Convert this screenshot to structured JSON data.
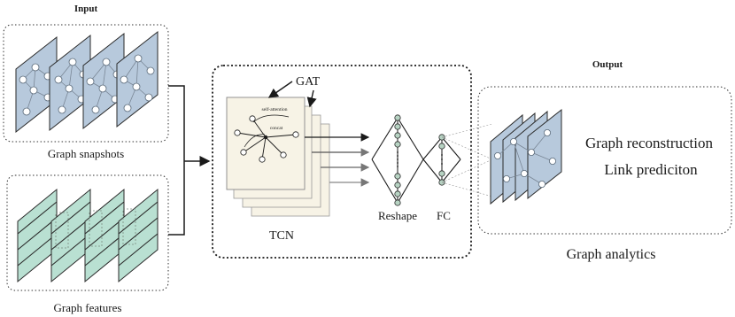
{
  "labels": {
    "input": "Input",
    "output": "Output",
    "graph_snapshots": "Graph snapshots",
    "graph_features": "Graph features",
    "gat": "GAT",
    "self_attention": "self-attention",
    "concat": "concat",
    "tcn": "TCN",
    "reshape": "Reshape",
    "fc": "FC",
    "graph_reconstruction": "Graph reconstruction",
    "link_prediction": "Link prediciton",
    "graph_analytics": "Graph analytics"
  },
  "colors": {
    "snapshot_fill": "#b7c9dc",
    "feature_fill": "#b9e0d2",
    "gat_card_fill": "#f7f3e6",
    "neuron_fill": "#b7d3c3",
    "stroke": "#1a1a1a"
  }
}
